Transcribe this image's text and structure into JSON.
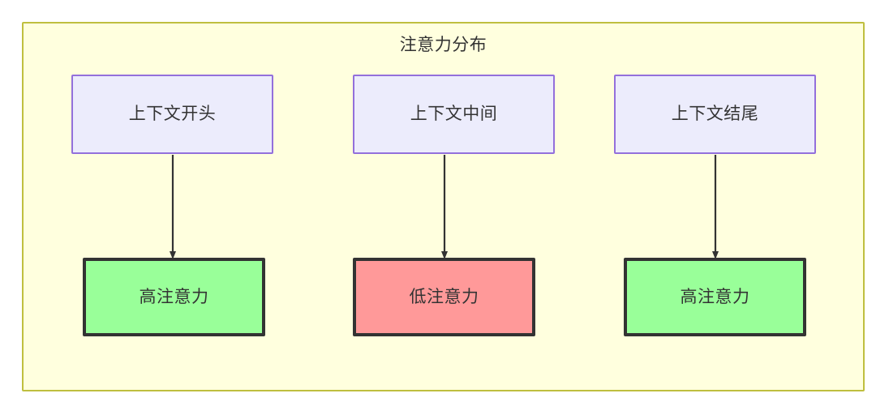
{
  "diagram": {
    "title": "注意力分布",
    "colors": {
      "container_bg": "#ffffde",
      "container_border": "#bfbf3f",
      "context_bg": "#ececfc",
      "context_border": "#9370db",
      "high_attention_bg": "#99ff99",
      "low_attention_bg": "#ff9999",
      "node_border_dark": "#333333",
      "text": "#333333",
      "arrow": "#333333"
    },
    "columns": [
      {
        "id": "start",
        "context_label": "上下文开头",
        "attention_label": "高注意力",
        "attention_level": "high"
      },
      {
        "id": "middle",
        "context_label": "上下文中间",
        "attention_label": "低注意力",
        "attention_level": "low"
      },
      {
        "id": "end",
        "context_label": "上下文结尾",
        "attention_label": "高注意力",
        "attention_level": "high"
      }
    ],
    "edges": [
      {
        "from": "上下文开头",
        "to": "高注意力",
        "label": ""
      },
      {
        "from": "上下文中间",
        "to": "低注意力",
        "label": ""
      },
      {
        "from": "上下文结尾",
        "to": "高注意力",
        "label": ""
      }
    ]
  }
}
